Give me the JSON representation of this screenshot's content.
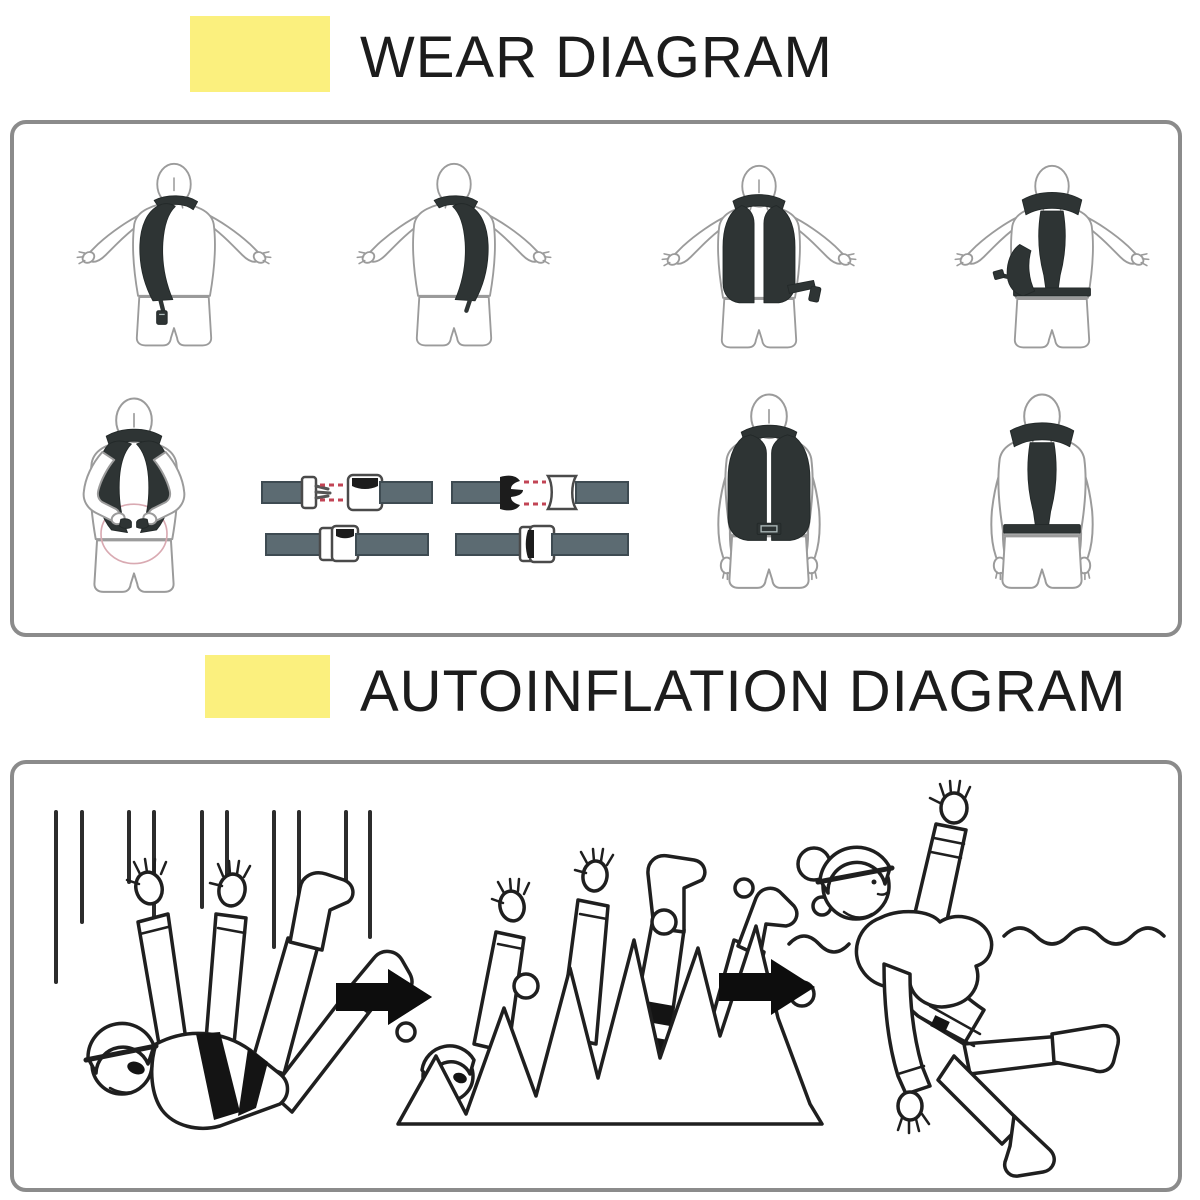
{
  "sections": {
    "wear": {
      "title": "WEAR DIAGRAM"
    },
    "autoinflation": {
      "title": "AUTOINFLATION DIAGRAM"
    }
  },
  "colors": {
    "highlight_yellow": "#fbf07e",
    "title_text": "#1c1c1c",
    "panel_border": "#8b8b8b",
    "figure_outline": "#9b9b9b",
    "vest_dark": "#2e3434",
    "strap_gray": "#5c6b72",
    "insert_guide_red": "#c24455",
    "motion_circle_pink": "#d9aab2",
    "lineart_black": "#1f1f1f",
    "arrow_black": "#0d0d0d"
  },
  "wear_diagram": {
    "figures": [
      {
        "name": "front-vest-over-one-shoulder"
      },
      {
        "name": "back-vest-over-one-shoulder"
      },
      {
        "name": "front-vest-on-both-shoulders-strap-loose"
      },
      {
        "name": "back-vest-waist-strap-wrap"
      },
      {
        "name": "front-fasten-waist-buckle"
      },
      {
        "name": "front-vest-fully-worn"
      },
      {
        "name": "back-vest-fully-worn"
      }
    ],
    "buckles": [
      {
        "name": "insert-buckle-open"
      },
      {
        "name": "side-release-buckle-open"
      },
      {
        "name": "insert-buckle-closed"
      },
      {
        "name": "side-release-buckle-closed"
      }
    ]
  },
  "autoinflation_diagram": {
    "scenes": [
      {
        "name": "falling-into-water"
      },
      {
        "name": "submerged-splash"
      },
      {
        "name": "vest-inflated-floating"
      }
    ],
    "arrows": [
      {
        "name": "step-arrow-1"
      },
      {
        "name": "step-arrow-2"
      }
    ]
  }
}
